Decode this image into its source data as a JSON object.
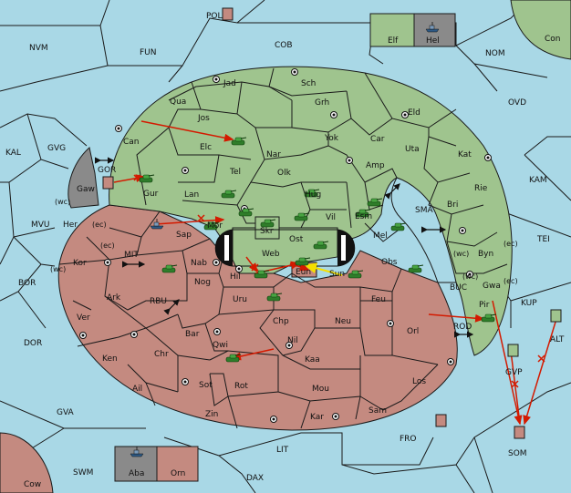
{
  "map": {
    "colors": {
      "sea": "#a9d8e6",
      "north": "#9fc48e",
      "south": "#c48a80",
      "neutral": "#8a8a8a",
      "border": "#1a1a1a",
      "order": "#d41a00",
      "retreat": "#f5e000"
    },
    "sea_labels": {
      "pol": "POL",
      "nvm": "NVM",
      "fun": "FUN",
      "cob": "COB",
      "nom": "NOM",
      "con": "Con",
      "ovd": "OVD",
      "kal": "KAL",
      "gvg": "GVG",
      "kam": "KAM",
      "mvu": "MVU",
      "wc": "(wc)",
      "sma": "SMA",
      "tei": "TEI",
      "bor": "BOR",
      "mit": "MIT",
      "buc": "BUC",
      "kup": "KUP",
      "rbu": "RBU",
      "dor": "DOR",
      "rod": "ROD",
      "alt": "ALT",
      "gva": "GVA",
      "gvp": "GVP",
      "fro": "FRO",
      "lit": "LIT",
      "swm": "SWM",
      "som": "SOM",
      "dax": "DAX",
      "cow": "Cow"
    },
    "north_labels": {
      "jad": "Jad",
      "sch": "Sch",
      "qua": "Qua",
      "jos": "Jos",
      "grh": "Grh",
      "eld": "Eld",
      "can": "Can",
      "elc": "Elc",
      "nar": "Nar",
      "yok": "Yok",
      "car": "Car",
      "uta": "Uta",
      "kat": "Kat",
      "tel": "Tel",
      "olk": "Olk",
      "amp": "Amp",
      "gur": "Gur",
      "lan": "Lan",
      "hug": "Hug",
      "rie": "Rie",
      "bri": "Bri",
      "esm": "Esm",
      "vil": "Vil",
      "skr": "Skr",
      "ost": "Ost",
      "web": "Web",
      "mel": "Mel",
      "byn": "Byn",
      "ec": "(ec)",
      "gwa": "Gwa",
      "pir": "Pir",
      "elf": "Elf",
      "gor": "GOR",
      "gaw": "Gaw"
    },
    "south_labels": {
      "her": "Her",
      "ec": "(ec)",
      "sap": "Sap",
      "mor": "Mor",
      "kor": "Kor",
      "nab": "Nab",
      "obs": "Obs",
      "hil": "Hil",
      "eun": "Eun",
      "sun": "Sun",
      "nog": "Nog",
      "ark": "Ark",
      "uru": "Uru",
      "feu": "Feu",
      "ver": "Ver",
      "chp": "Chp",
      "neu": "Neu",
      "orl": "Orl",
      "bar": "Bar",
      "qwi": "Qwi",
      "nil": "Nil",
      "ken": "Ken",
      "chr": "Chr",
      "kaa": "Kaa",
      "ail": "Ail",
      "sot": "Sot",
      "rot": "Rot",
      "mou": "Mou",
      "los": "Los",
      "zin": "Zin",
      "kar": "Kar",
      "sam": "Sam",
      "orn": "Orn"
    },
    "neutral_labels": {
      "hel": "Hel",
      "aba": "Aba"
    }
  }
}
